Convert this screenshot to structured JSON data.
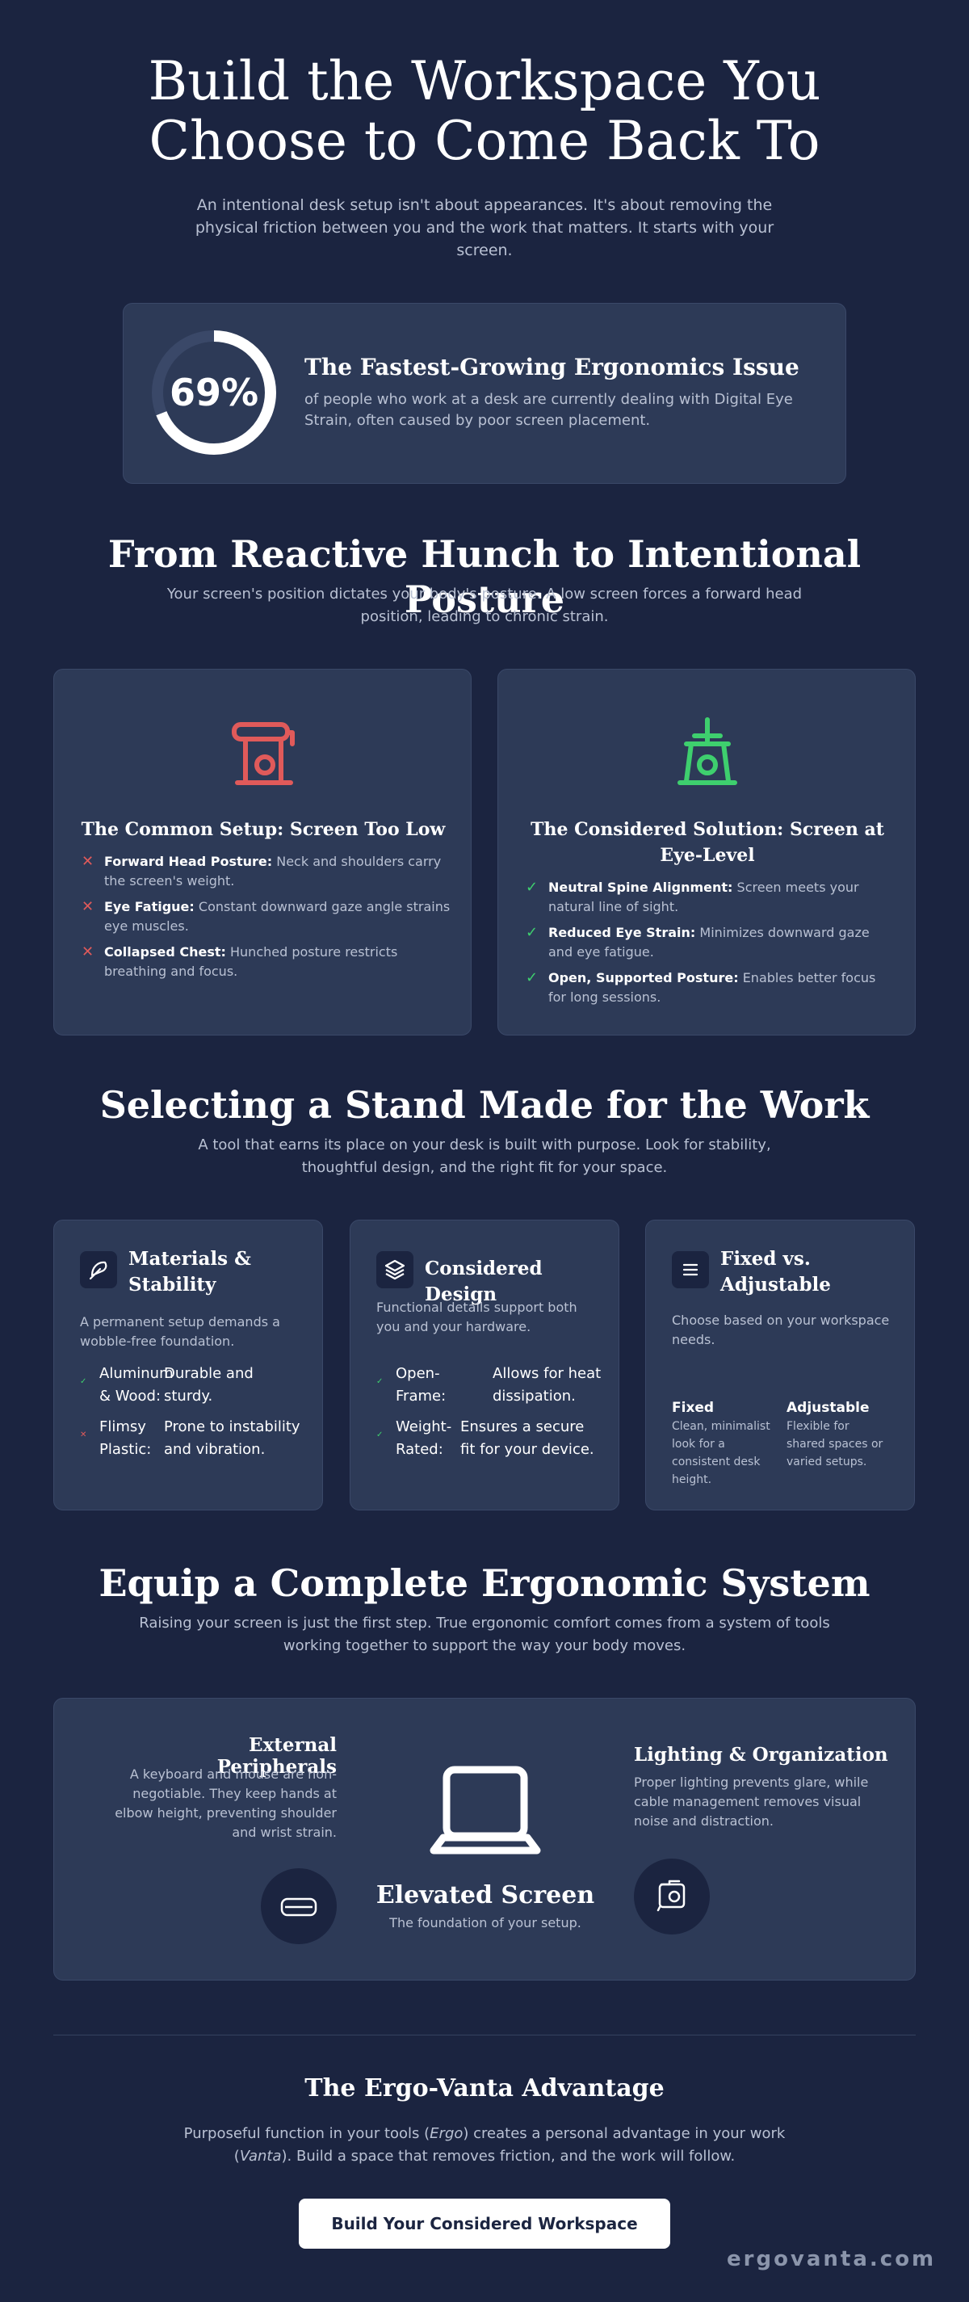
{
  "hero": {
    "title": "Build the Workspace You Choose to Come Back To",
    "subtitle": "An intentional desk setup isn't about appearances. It's about removing the physical friction between you and the work that matters. It starts with your screen."
  },
  "stat": {
    "value": "69%",
    "percent": 69,
    "title": "The Fastest-Growing Ergonomics Issue",
    "description": "of people who work at a desk are currently dealing with Digital Eye Strain, often caused by poor screen placement."
  },
  "posture": {
    "title": "From Reactive Hunch to Intentional Posture",
    "subtitle": "Your screen's position dictates your body's posture. A low screen forces a forward head position, leading to chronic strain.",
    "bad": {
      "title": "The Common Setup: Screen Too Low",
      "items": [
        {
          "label": "Forward Head Posture:",
          "text": "Neck and shoulders carry the screen's weight."
        },
        {
          "label": "Eye Fatigue:",
          "text": "Constant downward gaze angle strains eye muscles."
        },
        {
          "label": "Collapsed Chest:",
          "text": "Hunched posture restricts breathing and focus."
        }
      ]
    },
    "good": {
      "title": "The Considered Solution: Screen at Eye-Level",
      "items": [
        {
          "label": "Neutral Spine Alignment:",
          "text": "Screen meets your natural line of sight."
        },
        {
          "label": "Reduced Eye Strain:",
          "text": "Minimizes downward gaze and eye fatigue."
        },
        {
          "label": "Open, Supported Posture:",
          "text": "Enables better focus for long sessions."
        }
      ]
    }
  },
  "stand": {
    "title": "Selecting a Stand Made for the Work",
    "subtitle": "A tool that earns its place on your desk is built with purpose. Look for stability, thoughtful design, and the right fit for your space.",
    "materials": {
      "icon": "feather-icon",
      "title": "Materials & Stability",
      "description": "A permanent setup demands a wobble-free foundation.",
      "rows": [
        {
          "key": "Aluminum & Wood:",
          "value": "Durable and sturdy."
        },
        {
          "key": "Flimsy Plastic:",
          "value": "Prone to instability and vibration."
        }
      ]
    },
    "design": {
      "icon": "layers-icon",
      "title": "Considered Design",
      "description": "Functional details support both you and your hardware.",
      "rows": [
        {
          "key": "Open-Frame:",
          "value": "Allows for heat dissipation."
        },
        {
          "key": "Weight-Rated:",
          "value": "Ensures a secure fit for your device."
        }
      ]
    },
    "fixed": {
      "icon": "menu-icon",
      "title": "Fixed vs. Adjustable",
      "description": "Choose based on your workspace needs.",
      "options": [
        {
          "title": "Fixed",
          "text": "Clean, minimalist look for a consistent desk height."
        },
        {
          "title": "Adjustable",
          "text": "Flexible for shared spaces or varied setups."
        }
      ]
    }
  },
  "system": {
    "title": "Equip a Complete Ergonomic System",
    "subtitle": "Raising your screen is just the first step. True ergonomic comfort comes from a system of tools working together to support the way your body moves.",
    "peripherals": {
      "title": "External Peripherals",
      "description": "A keyboard and mouse are non-negotiable. They keep hands at elbow height, preventing shoulder and wrist strain."
    },
    "lighting": {
      "title": "Lighting & Organization",
      "description": "Proper lighting prevents glare, while cable management removes visual noise and distraction."
    },
    "center": {
      "title": "Elevated Screen",
      "subtitle": "The foundation of your setup."
    }
  },
  "advantage": {
    "title": "The Ergo-Vanta Advantage",
    "desc_1": "Purposeful function in your tools (",
    "desc_ergo": "Ergo",
    "desc_2": ") creates a personal advantage in your work (",
    "desc_vanta": "Vanta",
    "desc_3": "). Build a space that removes friction, and the work will follow.",
    "cta": "Build Your Considered Workspace"
  },
  "footer": {
    "brand": "ergovanta.com"
  },
  "colors": {
    "background": "#1b2440",
    "card": "#2d3a57",
    "bad": "#e05a5a",
    "good": "#3ecf6e"
  }
}
